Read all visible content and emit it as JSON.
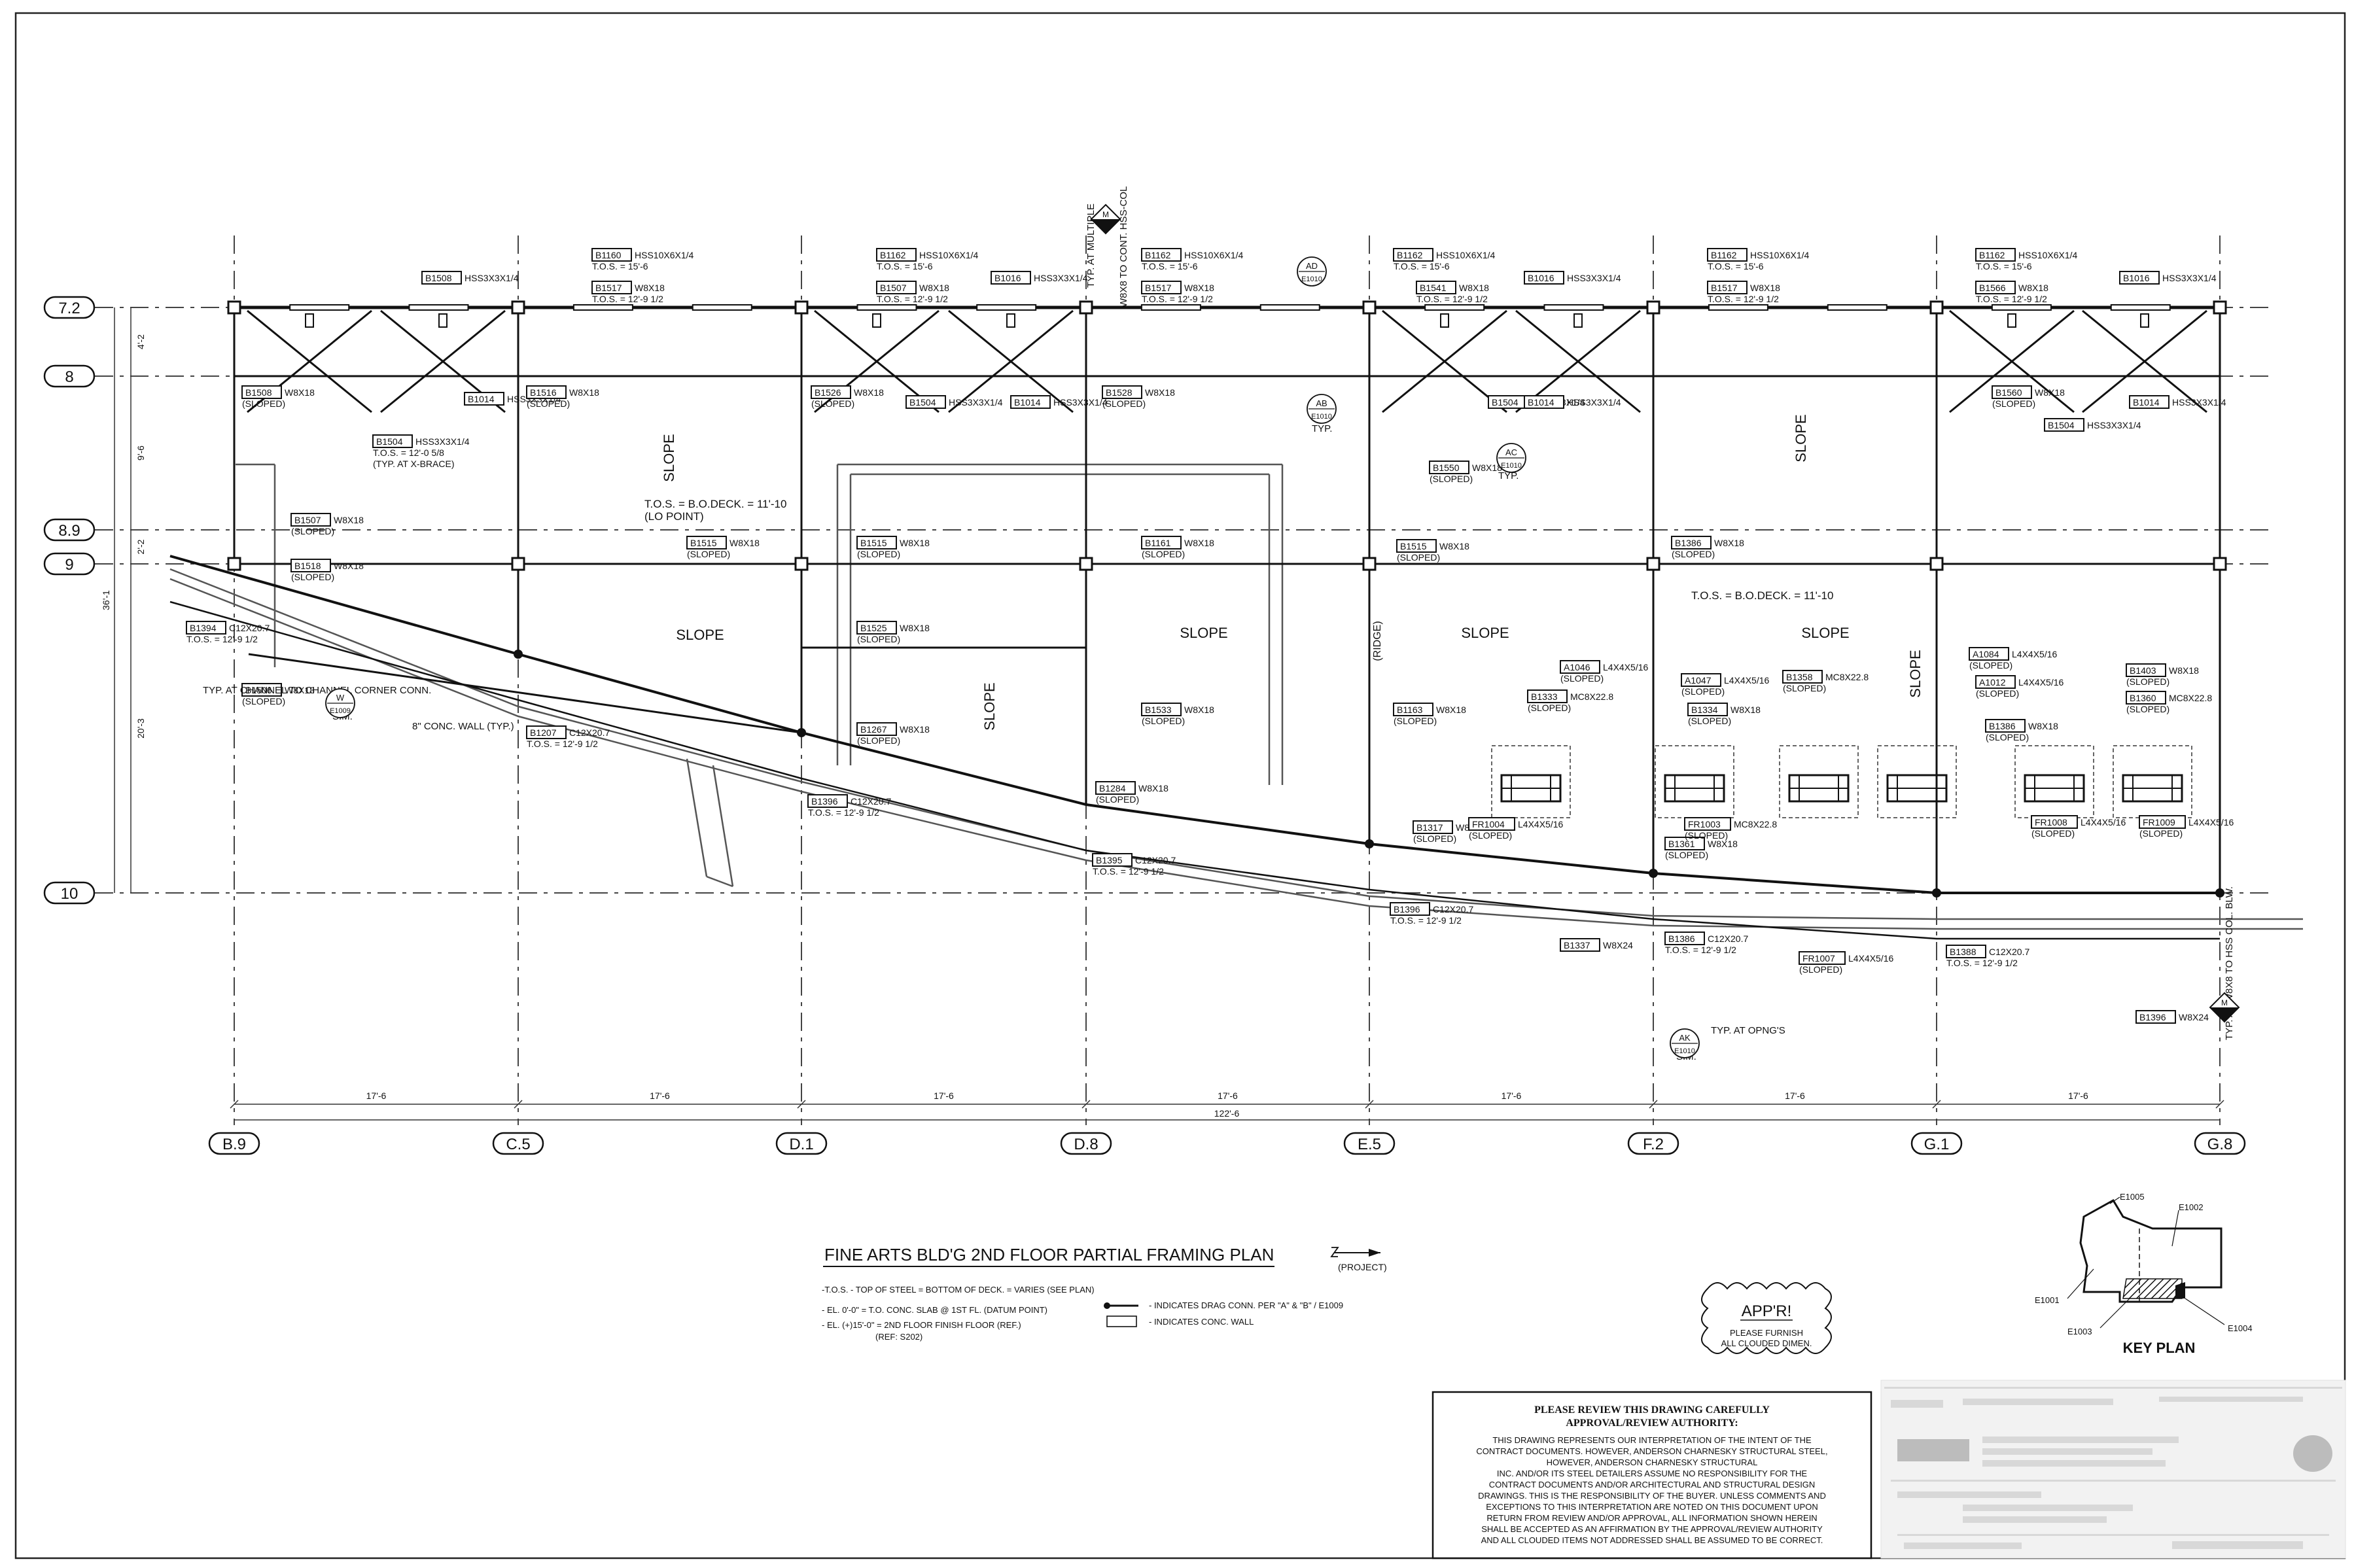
{
  "drawing": {
    "title": "FINE ARTS BLD'G 2ND FLOOR PARTIAL FRAMING PLAN",
    "north_label": "(PROJECT)",
    "grid_rows": [
      "7.2",
      "8",
      "8.9",
      "9",
      "10"
    ],
    "grid_columns": [
      "B.9",
      "C.5",
      "D.1",
      "D.8",
      "E.5",
      "F.2",
      "G.1",
      "G.8"
    ],
    "bay_dims": [
      "17'-6",
      "17'-6",
      "17'-6",
      "17'-6",
      "17'-6",
      "17'-6",
      "17'-6"
    ],
    "overall_dim": "122'-6",
    "row_dims": [
      "4'-2",
      "9'-6",
      "2'-2",
      "20'-3"
    ],
    "overall_row_dim": "36'-1",
    "slope_labels": [
      "SLOPE",
      "SLOPE",
      "SLOPE",
      "SLOPE",
      "SLOPE",
      "SLOPE",
      "SLOPE",
      "SLOPE"
    ],
    "ridge_label": "(RIDGE)"
  },
  "beams": {
    "top_row": [
      {
        "tag": "B1160",
        "size": "HSS10X6X1/4",
        "tos": "T.O.S. = 15'-6"
      },
      {
        "tag": "B1517",
        "size": "W8X18",
        "tos": "T.O.S. = 12'-9 1/2"
      },
      {
        "tag": "B1508",
        "size": "HSS3X3X1/4"
      },
      {
        "tag": "B1162",
        "size": "HSS10X6X1/4",
        "tos": "T.O.S. = 15'-6"
      },
      {
        "tag": "B1507",
        "size": "W8X18",
        "tos": "T.O.S. = 12'-9 1/2"
      },
      {
        "tag": "B1016",
        "size": "HSS3X3X1/4"
      },
      {
        "tag": "B1162",
        "size": "HSS10X6X1/4",
        "tos": "T.O.S. = 15'-6"
      },
      {
        "tag": "B1517",
        "size": "W8X18",
        "tos": "T.O.S. = 12'-9 1/2"
      },
      {
        "tag": "B1162",
        "size": "HSS10X6X1/4",
        "tos": "T.O.S. = 15'-6"
      },
      {
        "tag": "B1541",
        "size": "W8X18",
        "tos": "T.O.S. = 12'-9 1/2"
      },
      {
        "tag": "B1016",
        "size": "HSS3X3X1/4"
      },
      {
        "tag": "B1162",
        "size": "HSS10X6X1/4",
        "tos": "T.O.S. = 15'-6"
      },
      {
        "tag": "B1517",
        "size": "W8X18",
        "tos": "T.O.S. = 12'-9 1/2"
      },
      {
        "tag": "B1162",
        "size": "HSS10X6X1/4",
        "tos": "T.O.S. = 15'-6"
      },
      {
        "tag": "B1566",
        "size": "W8X18",
        "tos": "T.O.S. = 12'-9 1/2"
      },
      {
        "tag": "B1016",
        "size": "HSS3X3X1/4"
      }
    ],
    "row_8": [
      {
        "tag": "B1508",
        "size": "W8X18",
        "note": "(SLOPED)"
      },
      {
        "tag": "B1014",
        "size": "HSS3X3X1/4"
      },
      {
        "tag": "B1504",
        "size": "HSS3X3X1/4",
        "tos": "T.O.S. = 12'-0 5/8",
        "note": "(TYP. AT X-BRACE)"
      },
      {
        "tag": "B1516",
        "size": "W8X18",
        "note": "(SLOPED)"
      },
      {
        "tag": "B1526",
        "size": "W8X18",
        "note": "(SLOPED)"
      },
      {
        "tag": "B1504",
        "size": "HSS3X3X1/4"
      },
      {
        "tag": "B1014",
        "size": "HSS3X3X1/4"
      },
      {
        "tag": "B1528",
        "size": "W8X18",
        "note": "(SLOPED)"
      },
      {
        "tag": "B1504",
        "size": "HSS3X3X1/4"
      },
      {
        "tag": "B1550",
        "size": "W8X18",
        "note": "(SLOPED)"
      },
      {
        "tag": "B1014",
        "size": "HSS3X3X1/4"
      },
      {
        "tag": "B1560",
        "size": "W8X18",
        "note": "(SLOPED)"
      },
      {
        "tag": "B1504",
        "size": "HSS3X3X1/4"
      },
      {
        "tag": "B1014",
        "size": "HSS3X3X1/4"
      }
    ],
    "row_9": [
      {
        "tag": "B1507",
        "size": "W8X18",
        "note": "(SLOPED)"
      },
      {
        "tag": "B1518",
        "size": "W8X18",
        "note": "(SLOPED)"
      },
      {
        "tag": "B1515",
        "size": "W8X18",
        "note": "(SLOPED)"
      },
      {
        "tag": "B1515",
        "size": "W8X18",
        "note": "(SLOPED)"
      },
      {
        "tag": "B1161",
        "size": "W8X18",
        "note": "(SLOPED)"
      },
      {
        "tag": "B1515",
        "size": "W8X18",
        "note": "(SLOPED)"
      },
      {
        "tag": "B1386",
        "size": "W8X18",
        "note": "(SLOPED)"
      }
    ],
    "curved_edge": [
      {
        "tag": "B1394",
        "size": "C12X20.7",
        "tos": "T.O.S. = 12'-9 1/2"
      },
      {
        "tag": "B1207",
        "size": "C12X20.7",
        "tos": "T.O.S. = 12'-9 1/2"
      },
      {
        "tag": "B1396",
        "size": "C12X20.7",
        "tos": "T.O.S. = 12'-9 1/2"
      },
      {
        "tag": "B1395",
        "size": "C12X20.7",
        "tos": "T.O.S. = 12'-9 1/2"
      },
      {
        "tag": "B1396",
        "size": "C12X20.7",
        "tos": "T.O.S. = 12'-9 1/2"
      },
      {
        "tag": "B1386",
        "size": "C12X20.7",
        "tos": "T.O.S. = 12'-9 1/2"
      },
      {
        "tag": "B1388",
        "size": "C12X20.7",
        "tos": "T.O.S. = 12'-9 1/2"
      }
    ],
    "interior": [
      {
        "tag": "B1506",
        "size": "W8X18",
        "note": "(SLOPED)"
      },
      {
        "tag": "B1525",
        "size": "W8X18",
        "note": "(SLOPED)"
      },
      {
        "tag": "B1267",
        "size": "W8X18",
        "note": "(SLOPED)"
      },
      {
        "tag": "B1533",
        "size": "W8X18",
        "note": "(SLOPED)"
      },
      {
        "tag": "B1284",
        "size": "W8X18",
        "note": "(SLOPED)"
      },
      {
        "tag": "B1163",
        "size": "W8X18",
        "note": "(SLOPED)"
      },
      {
        "tag": "B1317",
        "size": "W8X18",
        "note": "(SLOPED)"
      },
      {
        "tag": "B1333",
        "size": "MC8X22.8",
        "note": "(SLOPED)"
      },
      {
        "tag": "B1334",
        "size": "W8X18",
        "note": "(SLOPED)"
      },
      {
        "tag": "B1358",
        "size": "MC8X22.8",
        "note": "(SLOPED)"
      },
      {
        "tag": "B1361",
        "size": "W8X18",
        "note": "(SLOPED)"
      },
      {
        "tag": "B1403",
        "size": "W8X18",
        "note": "(SLOPED)"
      },
      {
        "tag": "B1360",
        "size": "MC8X22.8",
        "note": "(SLOPED)"
      },
      {
        "tag": "B1386",
        "size": "W8X18",
        "note": "(SLOPED)"
      },
      {
        "tag": "B1337",
        "size": "W8X24",
        "note": ""
      },
      {
        "tag": "B1396",
        "size": "W8X24",
        "note": ""
      }
    ],
    "angles": [
      {
        "tag": "A1046",
        "size": "L4X4X5/16",
        "note": "(SLOPED)"
      },
      {
        "tag": "A1047",
        "size": "L4X4X5/16",
        "note": "(SLOPED)"
      },
      {
        "tag": "A1084",
        "size": "L4X4X5/16",
        "note": "(SLOPED)"
      },
      {
        "tag": "A1012",
        "size": "L4X4X5/16",
        "note": "(SLOPED)"
      },
      {
        "tag": "FR1004",
        "size": "L4X4X5/16",
        "note": "(SLOPED)"
      },
      {
        "tag": "FR1003",
        "size": "MC8X22.8",
        "note": "(SLOPED)"
      },
      {
        "tag": "FR1007",
        "size": "L4X4X5/16",
        "note": "(SLOPED)"
      },
      {
        "tag": "FR1008",
        "size": "L4X4X5/16",
        "note": "(SLOPED)"
      },
      {
        "tag": "FR1009",
        "size": "L4X4X5/16",
        "note": "(SLOPED)"
      }
    ]
  },
  "notes": {
    "deck_lo_1": "T.O.S. = B.O.DECK. = 11'-10",
    "deck_lo_1b": "(LO POINT)",
    "deck_lo_2": "T.O.S. = B.O.DECK. = 11'-10",
    "channel_conn": "TYP. AT CHANNEL TO CHANNEL CORNER CONN.",
    "conc_wall": "8\" CONC. WALL (TYP.)",
    "typ_at_multiple": "TYP. AT MULTIPLE",
    "w8x8_cont": "W8X8 TO CONT. HSS-COL",
    "typ_at_opngs": "TYP. AT OPNG'S",
    "sim": "SIM.",
    "typ": "TYP.",
    "typ_blw": "TYP. AT W8X8 TO HSS COL. BLW."
  },
  "details": [
    {
      "letter": "W",
      "ref": "E1009"
    },
    {
      "letter": "AD",
      "ref": "E1010"
    },
    {
      "letter": "AB",
      "ref": "E1010"
    },
    {
      "letter": "AC",
      "ref": "E1010"
    },
    {
      "letter": "AK",
      "ref": "E1010"
    },
    {
      "letter": "M",
      "ref": "E1002"
    }
  ],
  "legend": {
    "tos": "-T.O.S. - TOP OF STEEL = BOTTOM OF DECK. = VARIES (SEE PLAN)",
    "el0": "- EL. 0'-0\" = T.O. CONC. SLAB @ 1ST FL. (DATUM POINT)",
    "el15": "- EL. (+)15'-0\" = 2ND FLOOR FINISH FLOOR (REF.)",
    "ref": "(REF: S202)",
    "drag": "- INDICATES DRAG CONN. PER \"A\" & \"B\" / E1009",
    "conc": "- INDICATES CONC. WALL"
  },
  "appr": {
    "title": "APP'R!",
    "line1": "PLEASE FURNISH",
    "line2": "ALL CLOUDED DIMEN."
  },
  "key_plan": {
    "title": "KEY PLAN",
    "labels": [
      "E1005",
      "E1002",
      "E1001",
      "E1003",
      "E1004"
    ]
  },
  "review": {
    "heading1": "PLEASE REVIEW THIS DRAWING CAREFULLY",
    "heading2": "APPROVAL/REVIEW AUTHORITY:",
    "body": [
      "THIS DRAWING REPRESENTS OUR INTERPRETATION OF THE INTENT OF THE",
      "CONTRACT DOCUMENTS. HOWEVER, ANDERSON CHARNESKY STRUCTURAL STEEL,",
      "HOWEVER, ANDERSON CHARNESKY STRUCTURAL",
      "INC. AND/OR ITS STEEL DETAILERS ASSUME NO RESPONSIBILITY FOR THE",
      "CONTRACT DOCUMENTS AND/OR ARCHITECTURAL AND STRUCTURAL DESIGN",
      "DRAWINGS. THIS IS THE RESPONSIBILITY OF THE BUYER. UNLESS COMMENTS AND",
      "EXCEPTIONS TO THIS INTERPRETATION ARE NOTED ON THIS DOCUMENT UPON",
      "RETURN FROM REVIEW AND/OR APPROVAL, ALL INFORMATION SHOWN HEREIN",
      "SHALL BE ACCEPTED AS AN AFFIRMATION BY THE APPROVAL/REVIEW AUTHORITY",
      "AND ALL CLOUDED ITEMS NOT ADDRESSED SHALL BE ASSUMED TO BE CORRECT."
    ]
  }
}
